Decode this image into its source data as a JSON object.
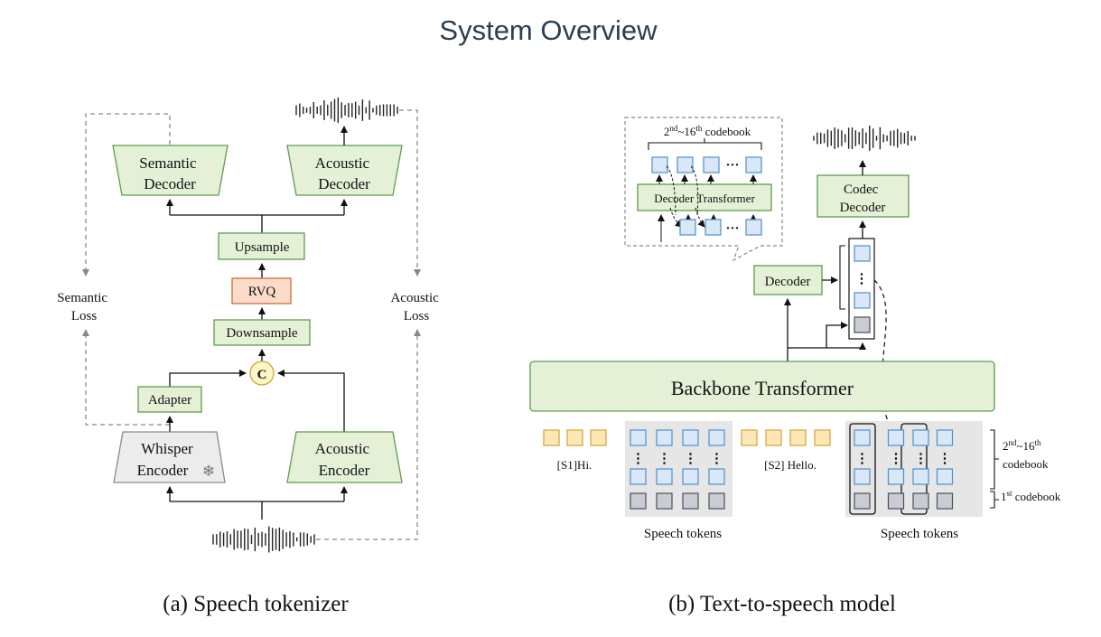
{
  "title": "System Overview",
  "colors": {
    "green_fill": "#e4f1d7",
    "green_stroke": "#5e9c4c",
    "rvq_fill": "#fbdcc9",
    "rvq_stroke": "#cc6a3d",
    "whisper_fill": "#ececec",
    "whisper_stroke": "#8a8a8a",
    "concat_fill": "#fff4c6",
    "concat_stroke": "#c9a23a",
    "text_token_fill": "#fde8b3",
    "text_token_stroke": "#d1a23c",
    "blue_token_fill": "#d8e8f8",
    "blue_token_stroke": "#4f8fc9",
    "gray_token_fill": "#c9ccd2",
    "gray_token_stroke": "#4a4f57",
    "panel_gray": "#e6e6e6",
    "title_color": "#2c3e50"
  },
  "tokenizer": {
    "caption": "(a) Speech tokenizer",
    "semantic_decoder": [
      "Semantic",
      "Decoder"
    ],
    "acoustic_decoder": [
      "Acoustic",
      "Decoder"
    ],
    "upsample": "Upsample",
    "rvq": "RVQ",
    "downsample": "Downsample",
    "concat_symbol": "C",
    "adapter": "Adapter",
    "whisper_encoder": [
      "Whisper",
      "Encoder"
    ],
    "snowflake_icon": "❄",
    "acoustic_encoder": [
      "Acoustic",
      "Encoder"
    ],
    "semantic_loss": [
      "Semantic",
      "Loss"
    ],
    "acoustic_loss": [
      "Acoustic",
      "Loss"
    ],
    "waveform_icon": "waveform-icon"
  },
  "tts": {
    "caption": "(b) Text-to-speech model",
    "codebook_range_label": "2nd~16th codebook",
    "decoder_transformer": "Decoder Transformer",
    "ellipsis": "···",
    "codec_decoder": [
      "Codec",
      "Decoder"
    ],
    "decoder": "Decoder",
    "backbone": "Backbone Transformer",
    "speaker1_text": "[S1]Hi.",
    "speaker2_text": "[S2] Hello.",
    "speech_tokens_label": "Speech tokens",
    "right_label_2_16": [
      "2nd~16th",
      "codebook"
    ],
    "right_label_1": "1st codebook"
  }
}
